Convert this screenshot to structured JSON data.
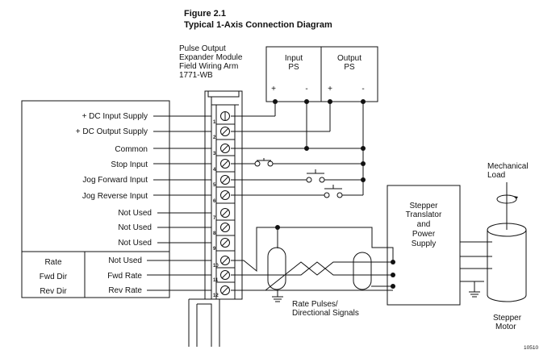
{
  "figure": {
    "number": "Figure 2.1",
    "title": "Typical 1-Axis Connection Diagram",
    "ref": "10510"
  },
  "module": {
    "label_lines": [
      "Pulse Output",
      "Expander Module",
      "Field Wiring Arm",
      "1771-WB"
    ],
    "terminals": [
      "1",
      "2",
      "3",
      "4",
      "5",
      "6",
      "7",
      "8",
      "9",
      "10",
      "11",
      "12"
    ]
  },
  "signals": [
    "+ DC Input Supply",
    "+ DC Output Supply",
    "Common",
    "Stop Input",
    "Jog Forward Input",
    "Jog Reverse Input",
    "Not Used",
    "Not Used",
    "Not Used",
    "Not Used",
    "Fwd Rate",
    "Rev Rate"
  ],
  "alt_signals": [
    "Rate",
    "Fwd Dir",
    "Rev Dir"
  ],
  "power_supplies": {
    "input": [
      "Input",
      "PS"
    ],
    "output": [
      "Output",
      "PS"
    ],
    "plus": "+",
    "minus": "-"
  },
  "stepper": {
    "translator_lines": [
      "Stepper",
      "Translator",
      "and",
      "Power",
      "Supply"
    ],
    "mechanical_load": [
      "Mechanical",
      "Load"
    ],
    "motor": [
      "Stepper",
      "Motor"
    ]
  },
  "rate_pulses_label": [
    "Rate Pulses/",
    "Directional Signals"
  ]
}
